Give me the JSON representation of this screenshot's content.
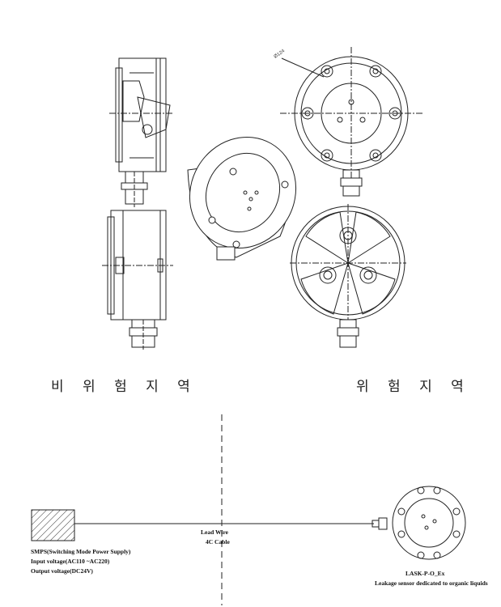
{
  "zones": {
    "non_hazard": "비 위 험 지 역",
    "hazard": "위 험 지 역"
  },
  "dimension": {
    "diameter_label": "Ø124"
  },
  "wiring": {
    "cable_line1": "Lead Wire",
    "cable_line2": "4C Cable"
  },
  "power_supply": {
    "title": "SMPS(Switching Mode Power Supply)",
    "input": "Input voltage(AC110 ~AC220)",
    "output": "Output voltage(DC24V)"
  },
  "sensor": {
    "model": "LASK-P-O_Ex",
    "description": "Leakage sensor dedicated to organic liquids"
  }
}
